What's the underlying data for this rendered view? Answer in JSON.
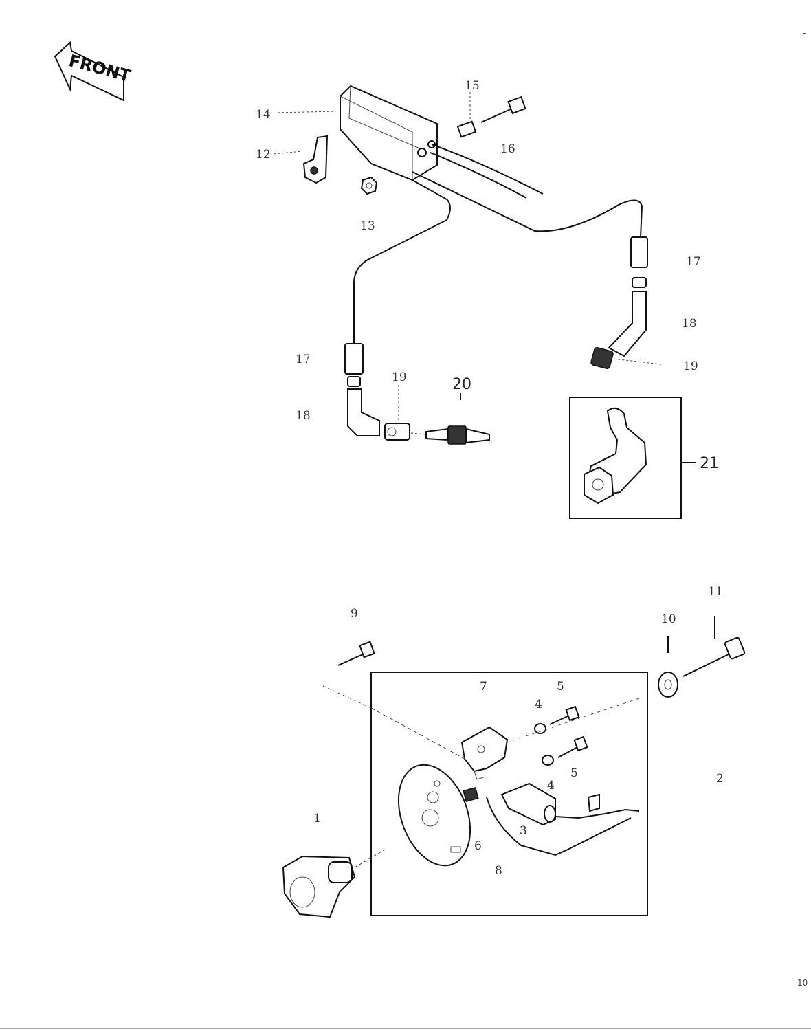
{
  "front_label": "FRONT",
  "parts": {
    "p1": "1",
    "p2": "2",
    "p3": "3",
    "p4a": "4",
    "p4b": "4",
    "p5a": "5",
    "p5b": "5",
    "p6": "6",
    "p7": "7",
    "p8": "8",
    "p9": "9",
    "p10": "10",
    "p11": "11",
    "p12": "12",
    "p13": "13",
    "p14": "14",
    "p15": "15",
    "p16": "16",
    "p17a": "17",
    "p17b": "17",
    "p18a": "18",
    "p18b": "18",
    "p19a": "19",
    "p19b": "19",
    "p20": "20",
    "p21": "21"
  },
  "edge_marks": {
    "top_right": "-",
    "right": "10"
  }
}
